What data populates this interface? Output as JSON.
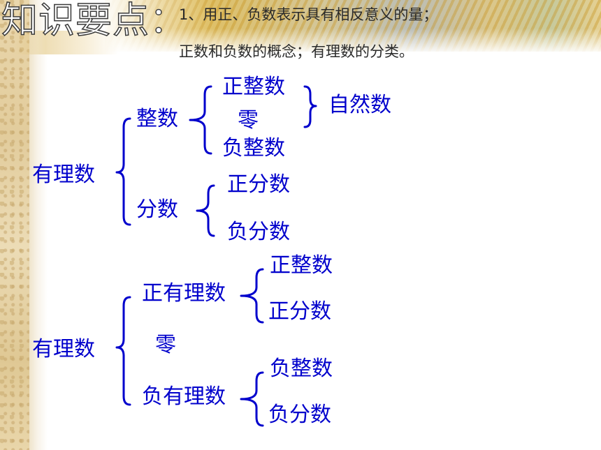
{
  "slide": {
    "title": "知识要点：",
    "objective_line1": "1、用正、负数表示具有相反意义的量；",
    "objective_line2": "正数和负数的概念；有理数的分类。"
  },
  "classification_1": {
    "root": "有理数",
    "integers": {
      "label": "整数",
      "children": [
        "正整数",
        "零",
        "负整数"
      ],
      "group_label": "自然数"
    },
    "fractions": {
      "label": "分数",
      "children": [
        "正分数",
        "负分数"
      ]
    }
  },
  "classification_2": {
    "root": "有理数",
    "positive": {
      "label": "正有理数",
      "children": [
        "正整数",
        "正分数"
      ]
    },
    "zero": "零",
    "negative": {
      "label": "负有理数",
      "children": [
        "负整数",
        "负分数"
      ]
    }
  },
  "colors": {
    "diagram_text": "#0000cc",
    "body_text": "#2a2a2a"
  }
}
